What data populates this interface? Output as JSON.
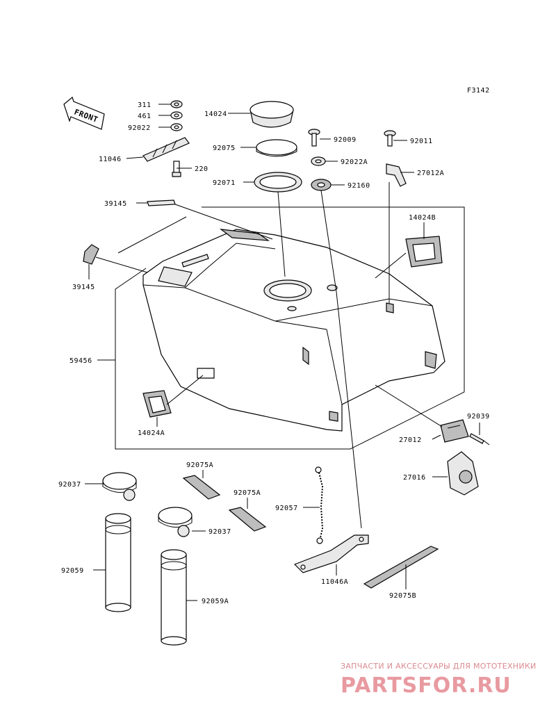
{
  "figure_code": "F3142",
  "front_label": "FRONT",
  "labels": {
    "p311": "311",
    "p461": "461",
    "p92022": "92022",
    "p11046": "11046",
    "p220": "220",
    "p14024": "14024",
    "p92075": "92075",
    "p92071": "92071",
    "p92009": "92009",
    "p92022a": "92022A",
    "p92160": "92160",
    "p92011": "92011",
    "p27012a": "27012A",
    "p39145a": "39145",
    "p14024b": "14024B",
    "p39145b": "39145",
    "p59456": "59456",
    "p14024a": "14024A",
    "p92039": "92039",
    "p27012": "27012",
    "p27016": "27016",
    "p92075a_1": "92075A",
    "p92075a_2": "92075A",
    "p92037_1": "92037",
    "p92037_2": "92037",
    "p92057": "92057",
    "p11046a": "11046A",
    "p92075b": "92075B",
    "p92059": "92059",
    "p92059a": "92059A"
  },
  "watermark": {
    "tagline": "ЗАПЧАСТИ И АКСЕССУАРЫ ДЛЯ МОТОТЕХНИКИ",
    "logo": "PARTSFOR.RU"
  },
  "colors": {
    "line": "#000000",
    "watermark": "#e89aa0",
    "background": "#ffffff"
  }
}
